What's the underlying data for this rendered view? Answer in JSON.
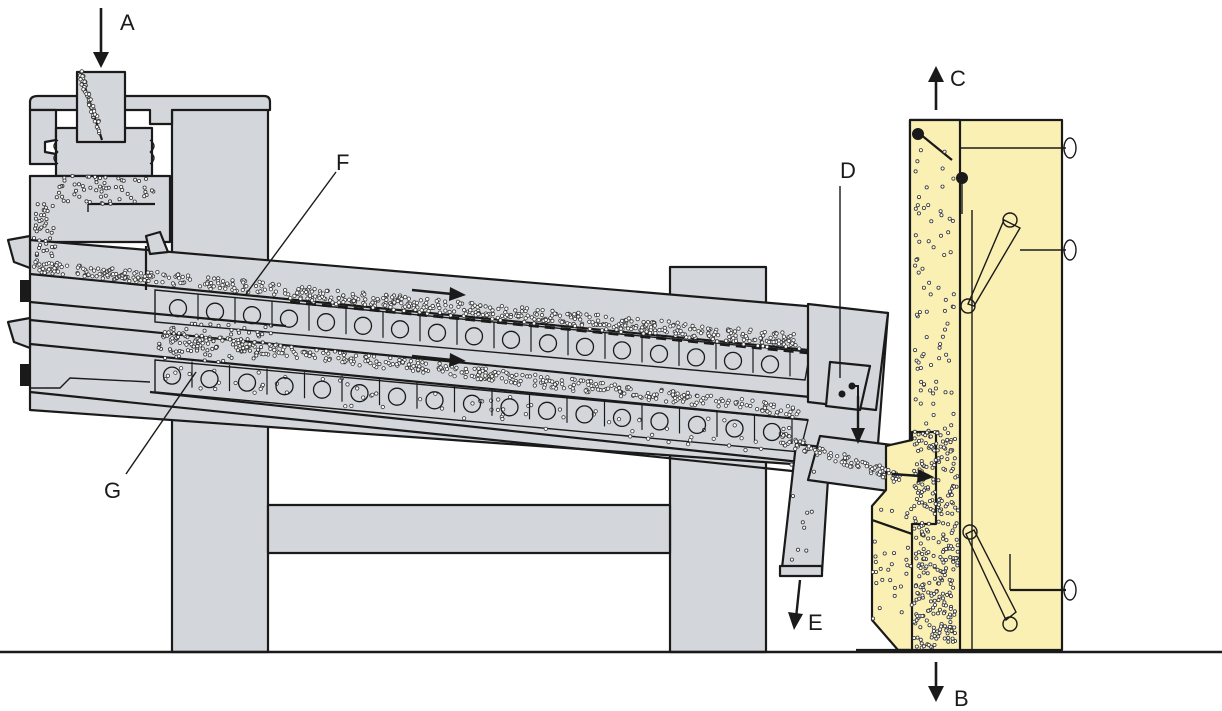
{
  "labels": {
    "a": "A",
    "b": "B",
    "c": "C",
    "d": "D",
    "e": "E",
    "f": "F",
    "g": "G"
  },
  "colors": {
    "machine": "#d3d6da",
    "aspirator": "#fbf0b4",
    "outline": "#1a1a1a",
    "particle": "#333333"
  }
}
